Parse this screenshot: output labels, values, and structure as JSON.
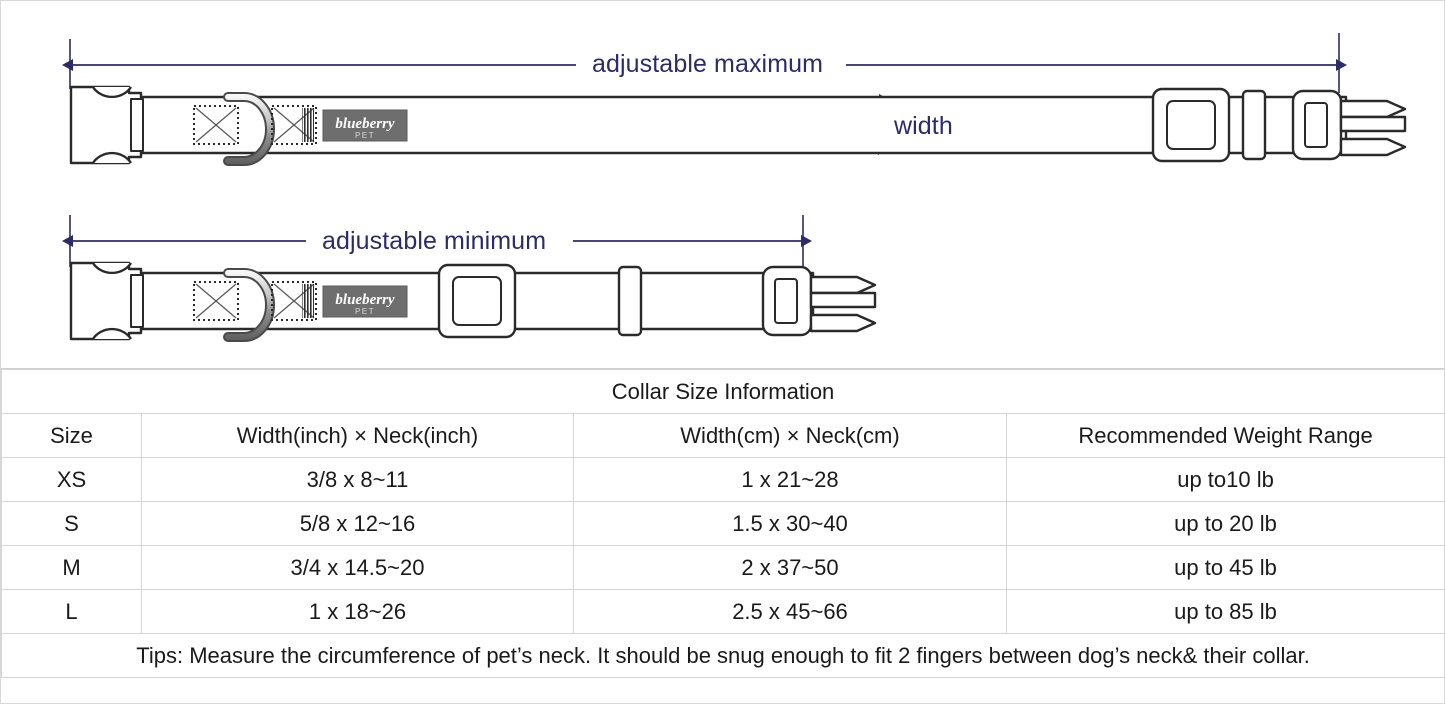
{
  "diagram": {
    "annotations": {
      "adjustable_maximum": "adjustable maximum",
      "adjustable_minimum": "adjustable minimum",
      "width": "width"
    },
    "brand_label": {
      "name": "blueberry",
      "sub": "PET"
    },
    "parts": [
      "side-release-buckle-female",
      "strap-webbing",
      "d-ring",
      "stitch-box",
      "brand-tag",
      "slider-adjuster",
      "keeper-loop",
      "side-release-buckle-male"
    ],
    "arrow_color": "#2b2b6b",
    "line_color": "#333333"
  },
  "table": {
    "title": "Collar Size Information",
    "headers": [
      "Size",
      "Width(inch)  ×  Neck(inch)",
      "Width(cm)  ×  Neck(cm)",
      "Recommended Weight Range"
    ],
    "rows": [
      {
        "size": "XS",
        "inch": "3/8 x 8~11",
        "cm": "1 x 21~28",
        "weight": "up to10 lb"
      },
      {
        "size": "S",
        "inch": "5/8 x 12~16",
        "cm": "1.5 x 30~40",
        "weight": "up to 20 lb"
      },
      {
        "size": "M",
        "inch": "3/4 x 14.5~20",
        "cm": "2 x 37~50",
        "weight": "up to 45 lb"
      },
      {
        "size": "L",
        "inch": "1 x 18~26",
        "cm": "2.5 x 45~66",
        "weight": "up to 85 lb"
      }
    ],
    "tips": "Tips: Measure the circumference of pet’s neck. It should be snug enough to fit 2 fingers between dog’s neck& their collar."
  }
}
